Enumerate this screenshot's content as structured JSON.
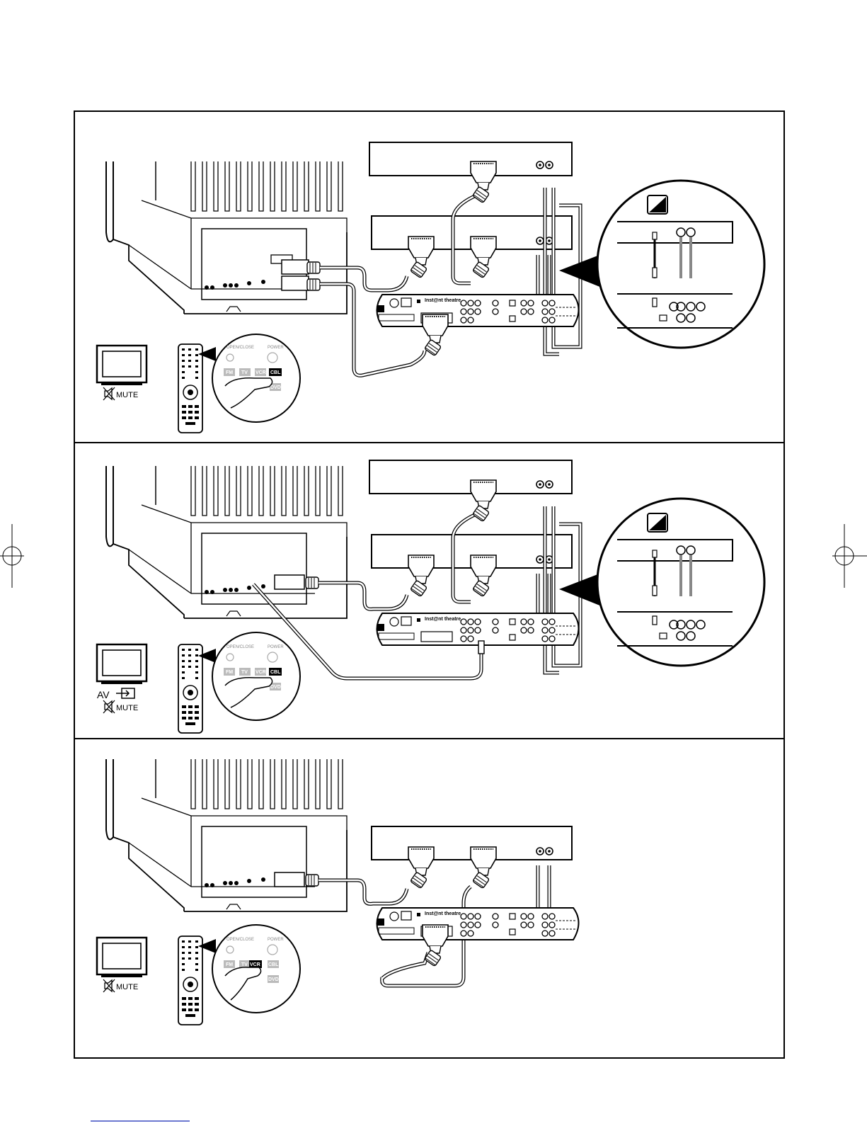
{
  "panels": [
    {
      "id": "panel-1",
      "tv_labels": [
        "MUTE"
      ],
      "remote": {
        "buttons": [
          "FM",
          "TV",
          "VCR",
          "CBL",
          "DVD"
        ],
        "highlighted": "CBL",
        "captions": [
          "OPEN/CLOSE",
          "POWER"
        ]
      },
      "receiver_label": "Inst@nt theatre",
      "has_zoom": true
    },
    {
      "id": "panel-2",
      "tv_labels": [
        "AV",
        "MUTE"
      ],
      "remote": {
        "buttons": [
          "FM",
          "TV",
          "VCR",
          "CBL",
          "DVD"
        ],
        "highlighted": "CBL",
        "captions": [
          "OPEN/CLOSE",
          "POWER"
        ]
      },
      "receiver_label": "Inst@nt theatre",
      "has_zoom": true
    },
    {
      "id": "panel-3",
      "tv_labels": [
        "MUTE"
      ],
      "remote": {
        "buttons": [
          "FM",
          "TV",
          "VCR",
          "CBL",
          "DVD"
        ],
        "highlighted": "VCR",
        "captions": [
          "OPEN/CLOSE",
          "POWER"
        ]
      },
      "receiver_label": "Inst@nt theatre",
      "has_zoom": false
    }
  ],
  "colors": {
    "ink": "#000000",
    "paper": "#ffffff",
    "grey": "#888888"
  }
}
